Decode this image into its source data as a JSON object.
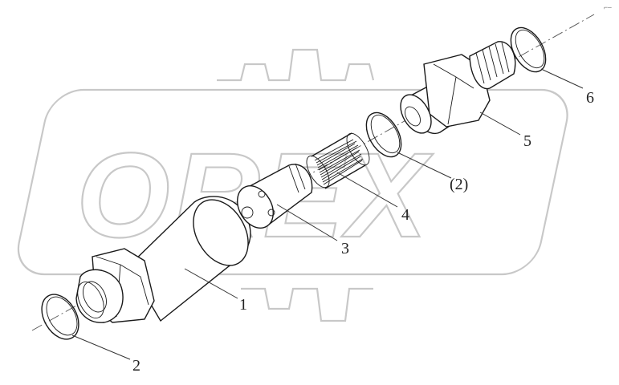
{
  "diagram": {
    "callouts": [
      {
        "id": "1",
        "label": "1"
      },
      {
        "id": "2a",
        "label": "2"
      },
      {
        "id": "2b",
        "label": "(2)"
      },
      {
        "id": "3",
        "label": "3"
      },
      {
        "id": "4",
        "label": "4"
      },
      {
        "id": "5",
        "label": "5"
      },
      {
        "id": "6",
        "label": "6"
      }
    ]
  },
  "watermark": {
    "text": "OREX"
  },
  "corner_mark": "⌐–"
}
